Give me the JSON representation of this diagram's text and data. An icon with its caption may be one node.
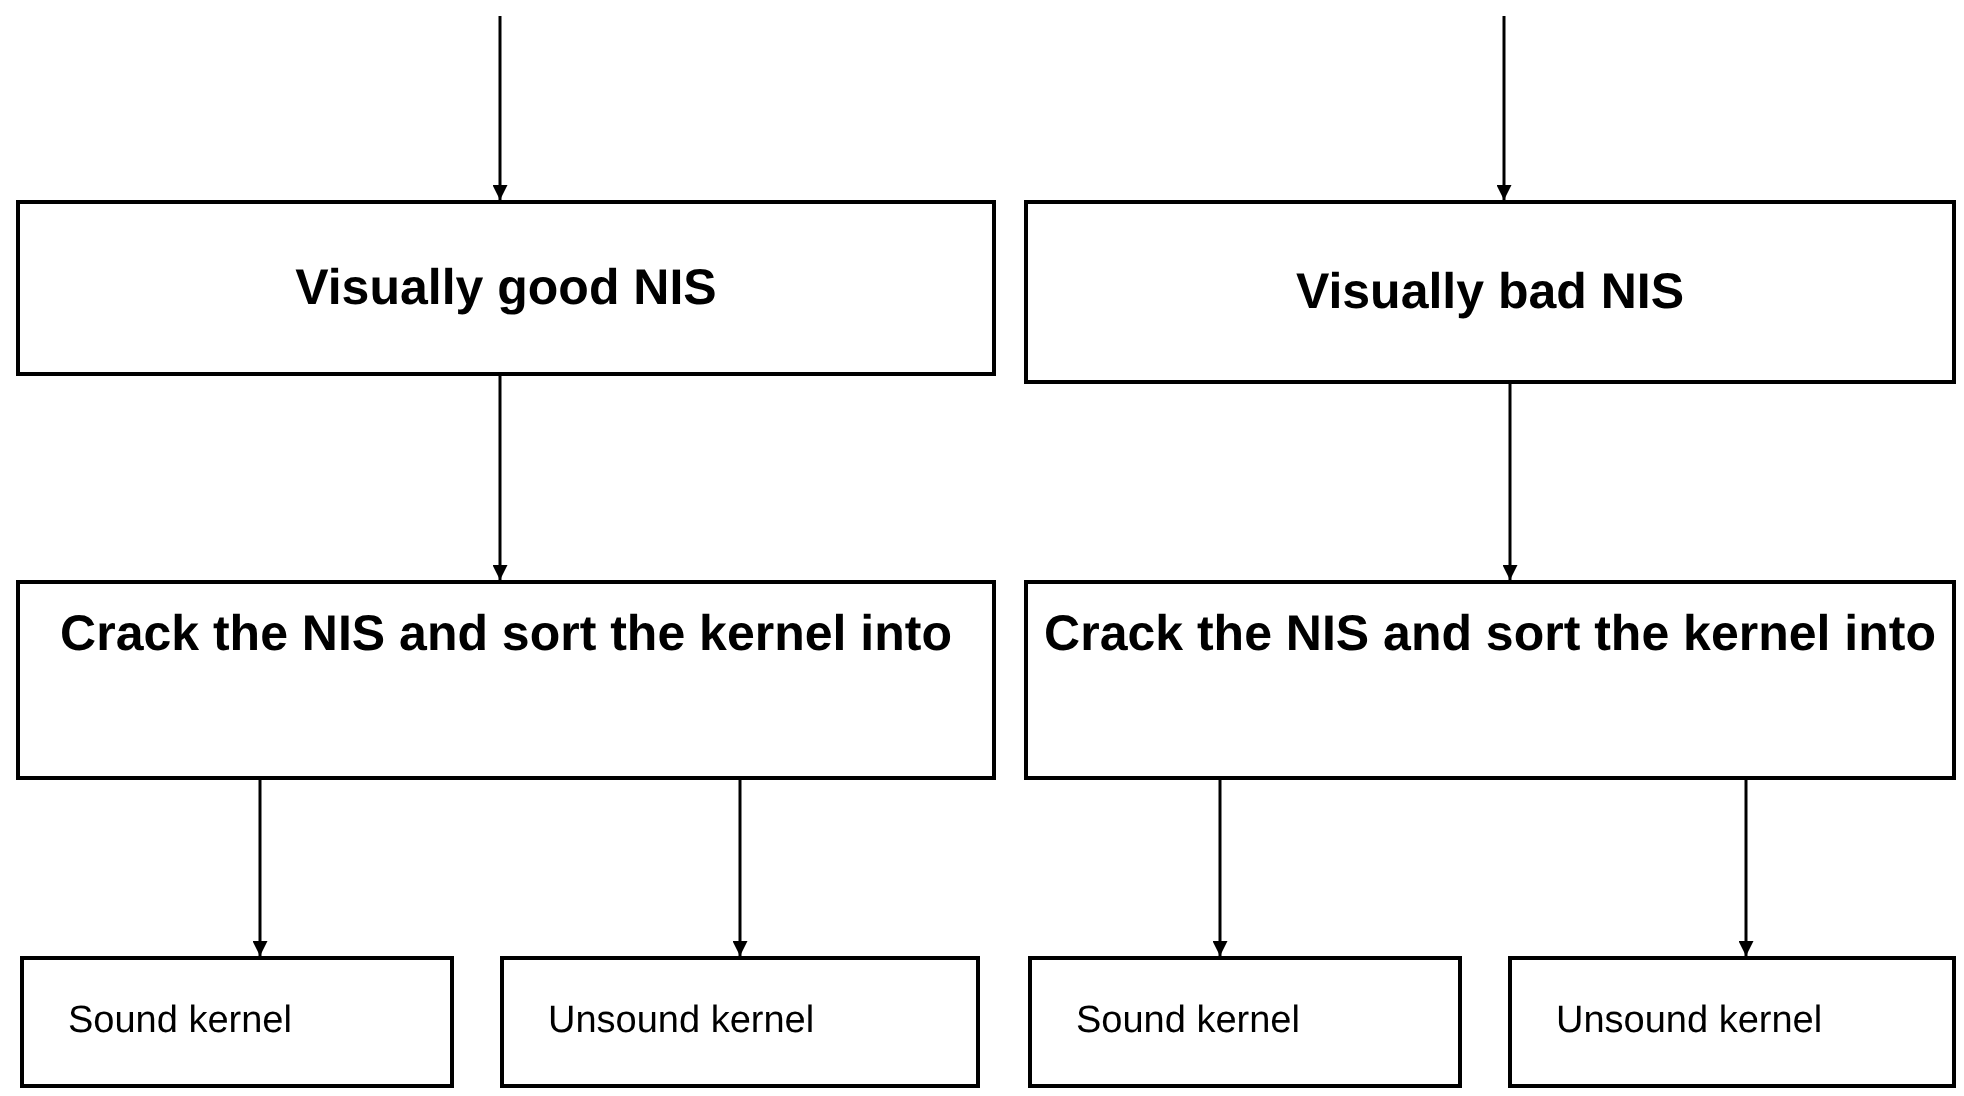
{
  "diagram": {
    "nodes": [
      {
        "text": [
          "Visually good NIS"
        ]
      },
      {
        "text": [
          "Visually bad NIS"
        ]
      },
      {
        "text": [
          "Crack the NIS and sort the kernel into"
        ]
      },
      {
        "text": [
          "Crack the NIS and sort the kernel into"
        ]
      },
      {
        "text": [
          "Sound kernel"
        ]
      },
      {
        "text": [
          "Unsound kernel"
        ]
      },
      {
        "text": [
          "Sound kernel"
        ]
      },
      {
        "text": [
          "Unsound kernel"
        ]
      }
    ],
    "edges": [
      {
        "from": null,
        "to": 0,
        "arrow": "to"
      },
      {
        "from": null,
        "to": 1,
        "arrow": "to"
      },
      {
        "from": 0,
        "to": 2,
        "arrow": "to"
      },
      {
        "from": 1,
        "to": 3,
        "arrow": "to"
      },
      {
        "from": 2,
        "to": 4,
        "arrow": "to"
      },
      {
        "from": 2,
        "to": 5,
        "arrow": "to"
      },
      {
        "from": 3,
        "to": 6,
        "arrow": "to"
      },
      {
        "from": 3,
        "to": 7,
        "arrow": "to"
      }
    ]
  }
}
